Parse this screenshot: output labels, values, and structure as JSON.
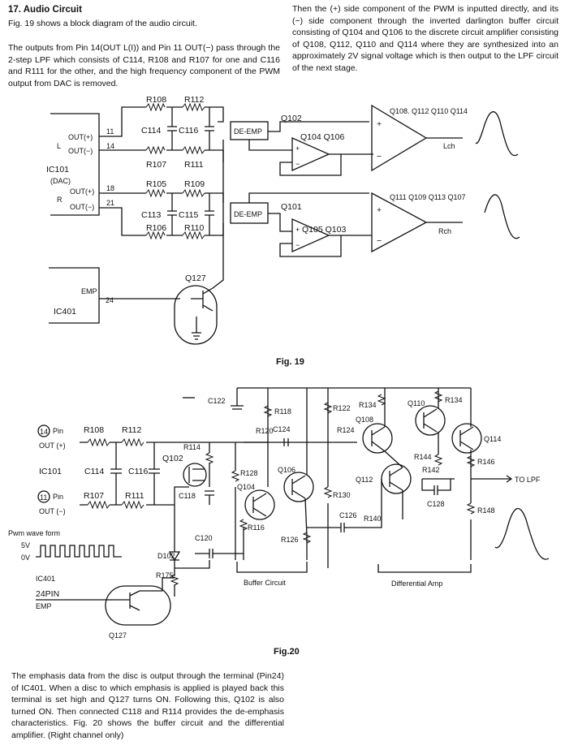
{
  "section_title": "17. Audio Circuit",
  "intro_line": "Fig. 19 shows a block diagram of the audio circuit.",
  "intro_para": "The outputs from Pin 14(OUT L(I)) and Pin 11 OUT(−) pass through the 2-step LPF which consists of C114, R108 and R107 for one and C116 and R111 for the other, and the high frequency component of the PWM output from DAC is removed.",
  "right_para": "Then the (+) side component of the PWM is inputted directly, and its (−) side component through the inverted darlington buffer circuit consisting of Q104 and Q106 to the discrete circuit amplifier consisting of Q108, Q112, Q110 and Q114 where they are synthesized into an approximately 2V signal voltage which is then output to the LPF circuit of the next stage.",
  "bottom_para": "The emphasis data from the disc is output through the terminal (Pin24) of IC401. When a disc to which emphasis is applied is played back this terminal is set high and Q127 turns ON. Following this, Q102 is also turned ON. Then connected C118 and R114 provides the de-emphasis characteristics. Fig. 20 shows the buffer circuit and the differential amplifier. (Right channel only)",
  "fig19": {
    "caption": "Fig. 19",
    "ic101": "IC101",
    "dac": "(DAC)",
    "l": "L",
    "r": "R",
    "out_p1": "OUT(+)",
    "out_m1": "OUT(−)",
    "out_p2": "OUT(+)",
    "out_m2": "OUT(−)",
    "pin11": "11",
    "pin14": "14",
    "pin18": "18",
    "pin21": "21",
    "r108": "R108",
    "r112": "R112",
    "c114": "C114",
    "c116": "C116",
    "r107": "R107",
    "r111": "R111",
    "r105": "R105",
    "r109": "R109",
    "c113": "C113",
    "c115": "C115",
    "r106": "R106",
    "r110": "R110",
    "deemp1": "DE-EMP",
    "deemp2": "DE-EMP",
    "q102": "Q102",
    "q101": "Q101",
    "q104_q106": "Q104 Q106",
    "q105_q103": "Q105 Q103",
    "amp1_label": "Q108. Q112 Q110 Q114",
    "amp2_label": "Q111 Q109 Q113 Q107",
    "lch": "Lch",
    "rch": "Rch",
    "ic401": "IC401",
    "emp": "EMP",
    "pin24": "24",
    "q127": "Q127",
    "plus": "+",
    "minus": "−"
  },
  "fig20": {
    "caption": "Fig.20",
    "pin14": "14",
    "pin11": "11",
    "pin_word1": "Pin",
    "pin_word2": "Pin",
    "out_p": "OUT (+)",
    "out_m": "OUT (−)",
    "ic101": "IC101",
    "r108": "R108",
    "r112": "R112",
    "c114": "C114",
    "c116": "C116",
    "r107": "R107",
    "r111": "R111",
    "r114": "R114",
    "q102": "Q102",
    "c118": "C118",
    "c122": "C122",
    "r118": "R118",
    "r120": "R120",
    "c124": "C124",
    "r128": "R128",
    "q106": "Q106",
    "q104": "Q104",
    "r116": "R116",
    "r126": "R126",
    "r122": "R122",
    "r124": "R124",
    "r130": "R130",
    "c126": "C126",
    "r140": "R140",
    "r134a": "R134",
    "q108": "Q108",
    "q112": "Q112",
    "q110": "Q110",
    "r134b": "R134",
    "q114": "Q114",
    "r144": "R144",
    "r142": "R142",
    "r146": "R146",
    "c128": "C128",
    "r148": "R148",
    "to_lpf": "TO LPF",
    "pwm_label": "Pwm wave form",
    "v5": "5V",
    "v0": "0V",
    "d102": "D102",
    "c120": "C120",
    "r175": "R175",
    "ic401": "IC401",
    "pin24": "24PIN",
    "emp": "EMP",
    "q127": "Q127",
    "buffer": "Buffer Circuit",
    "diff": "Differential Amp"
  }
}
